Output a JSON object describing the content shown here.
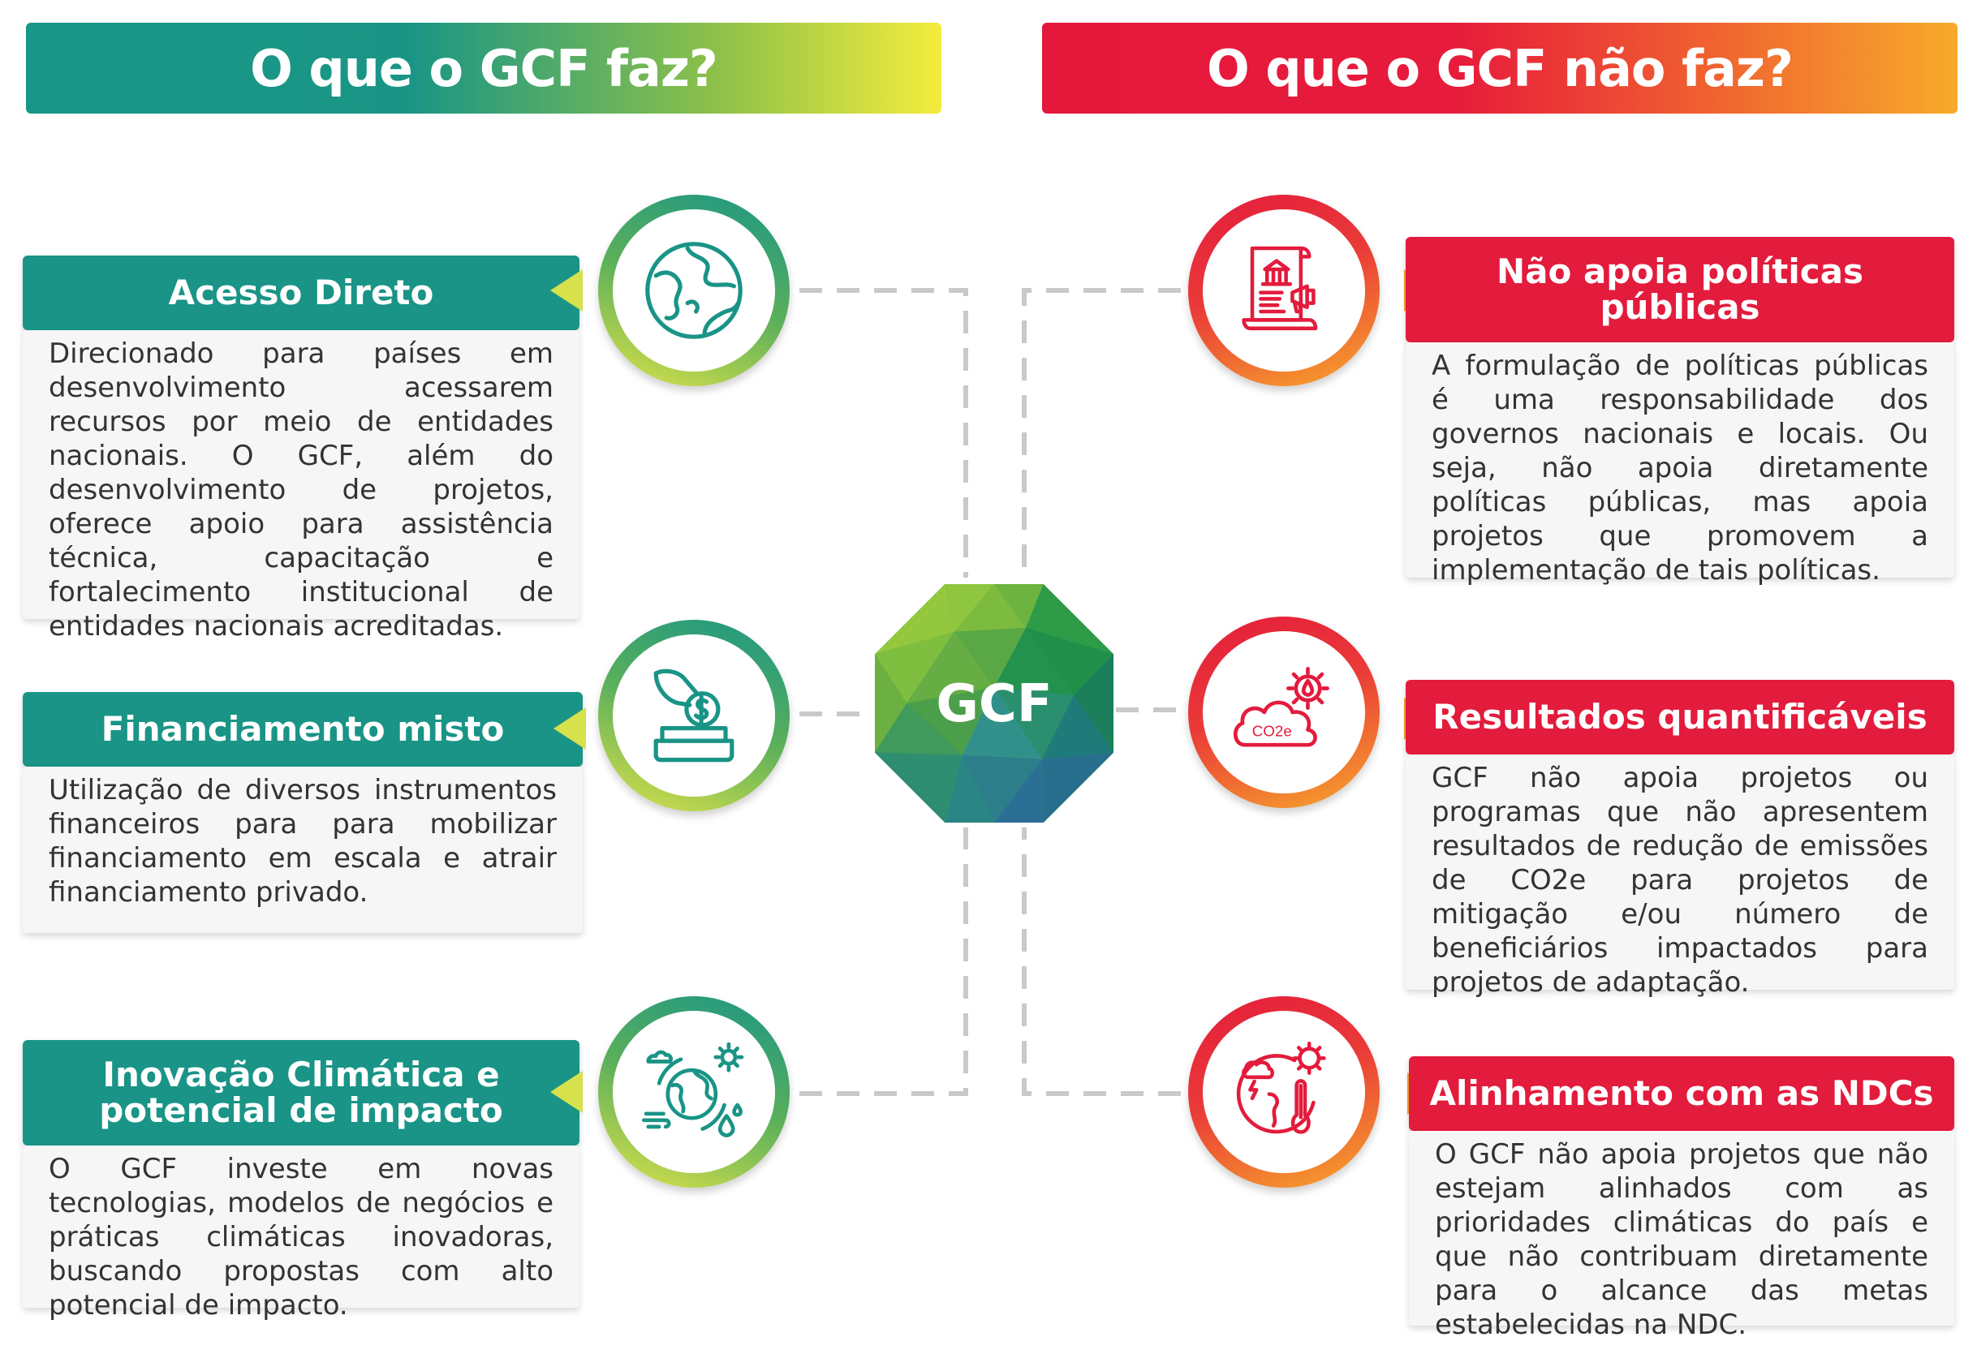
{
  "header": {
    "left_title": "O que o GCF faz?",
    "right_title": "O que o GCF não faz?"
  },
  "center": {
    "label": "GCF"
  },
  "left_items": [
    {
      "title": "Acesso Direto",
      "text": "Direcionado para países em desenvolvimento acessarem recursos por meio de entidades nacionais. O GCF, além do desenvolvimento de projetos, oferece apoio para assistência técnica, capacitação e fortalecimento institucional de entidades nacionais acreditadas.",
      "icon": "globe-icon"
    },
    {
      "title": "Financiamento misto",
      "text": "Utilização de diversos instrumentos financeiros para para mobilizar financiamento em escala e atrair financiamento privado.",
      "icon": "hand-coin-icon"
    },
    {
      "title": "Inovação Climática e potencial de impacto",
      "text": "O GCF investe em novas tecnologias, modelos de negócios e práticas climáticas inovadoras, buscando propostas com alto potencial de impacto.",
      "icon": "climate-globe-icon"
    }
  ],
  "right_items": [
    {
      "title": "Não apoia políticas públicas",
      "text": "A formulação de políticas públicas é uma responsabilidade dos governos nacionais e locais. Ou seja, não apoia diretamente políticas públicas, mas apoia projetos que promovem a implementação de tais políticas.",
      "icon": "policy-document-icon"
    },
    {
      "title": "Resultados quantificáveis",
      "text": "GCF não apoia projetos ou programas que não apresentem resultados de redução de emissões de CO2e para projetos de mitigação e/ou número de beneficiários impactados para projetos de adaptação.",
      "icon": "co2-cloud-icon",
      "icon_text": "CO2e"
    },
    {
      "title": "Alinhamento com as NDCs",
      "text": "O GCF não apoia projetos que não estejam alinhados com as prioridades climáticas do país e que não contribuam diretamente para o alcance das metas estabelecidas na NDC.",
      "icon": "climate-thermometer-icon"
    }
  ],
  "colors": {
    "teal": "#199486",
    "red": "#e31b3c",
    "yellow": "#f4ec3c",
    "orange": "#f7ab2a",
    "text": "#333333",
    "dashes": "#c9c9c9"
  }
}
